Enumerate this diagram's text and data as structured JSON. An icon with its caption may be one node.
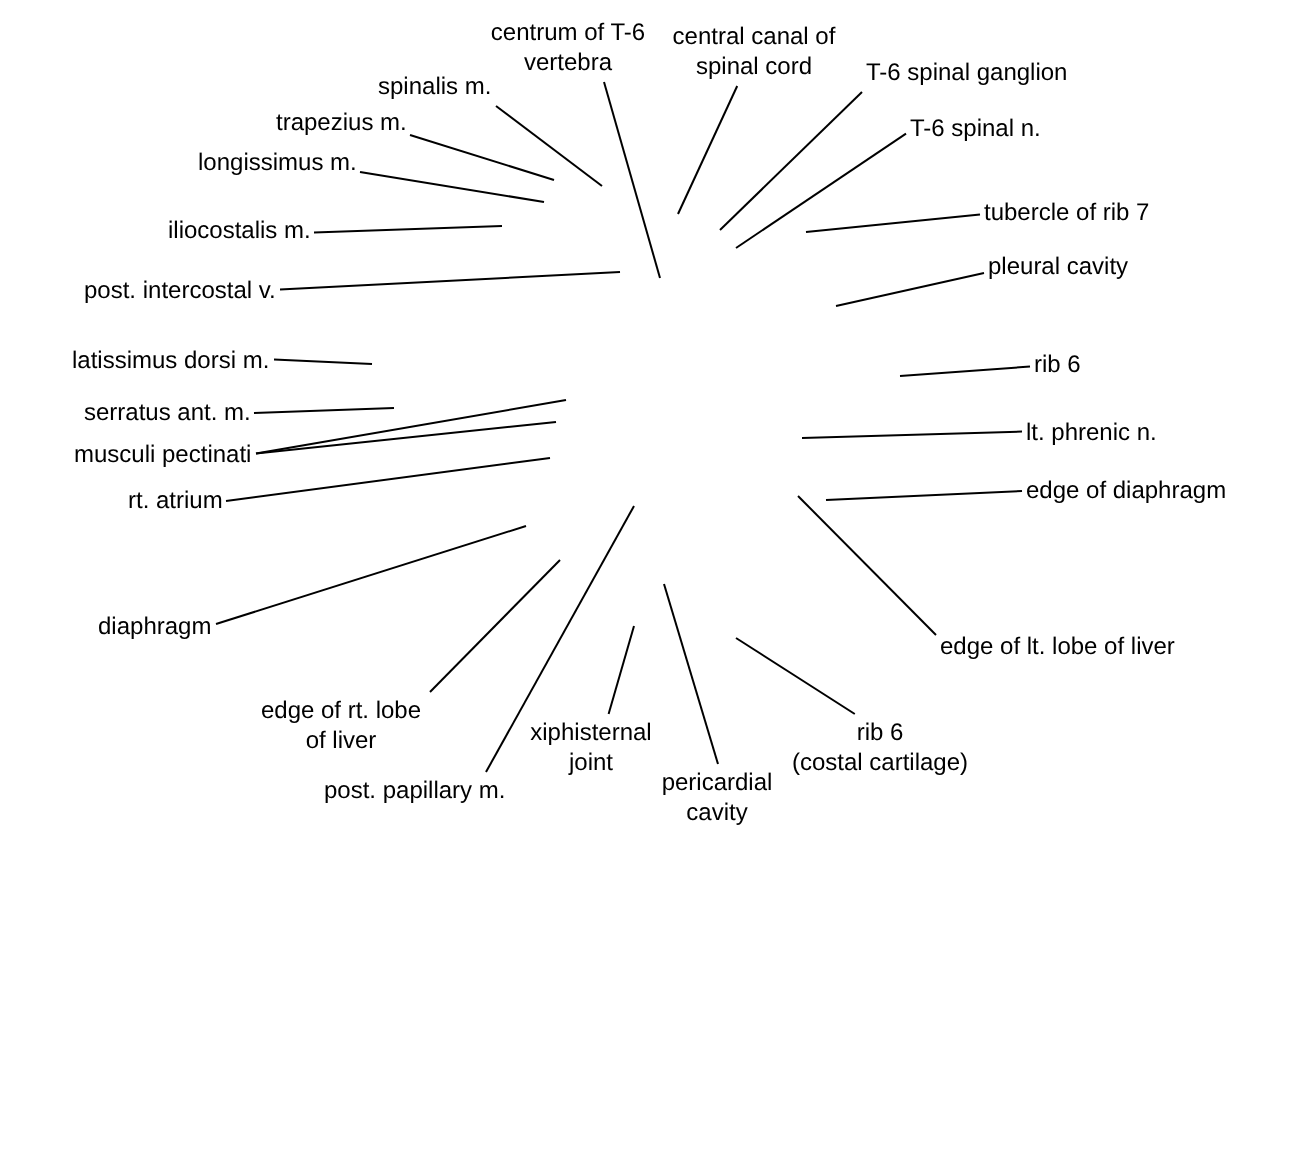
{
  "diagram": {
    "nodes": [
      {
        "text": [
          "centrum of T-6 vertebra"
        ]
      },
      {
        "text": [
          "central canal of spinal cord"
        ]
      },
      {
        "text": [
          "T-6 spinal ganglion"
        ]
      },
      {
        "text": [
          "spinalis m."
        ]
      },
      {
        "text": [
          "trapezius m."
        ]
      },
      {
        "text": [
          "T-6 spinal n."
        ]
      },
      {
        "text": [
          "longissimus m."
        ]
      },
      {
        "text": [
          "tubercle of rib 7"
        ]
      },
      {
        "text": [
          "iliocostalis m."
        ]
      },
      {
        "text": [
          "pleural cavity"
        ]
      },
      {
        "text": [
          "post. intercostal v."
        ]
      },
      {
        "text": [
          "latissimus dorsi m."
        ]
      },
      {
        "text": [
          "rib 6"
        ]
      },
      {
        "text": [
          "serratus ant. m."
        ]
      },
      {
        "text": [
          "lt. phrenic n."
        ]
      },
      {
        "text": [
          "musculi pectinati"
        ]
      },
      {
        "text": [
          "edge of diaphragm"
        ]
      },
      {
        "text": [
          "rt. atrium"
        ]
      },
      {
        "text": [
          "diaphragm"
        ]
      },
      {
        "text": [
          "edge of lt. lobe of liver"
        ]
      },
      {
        "text": [
          "edge of rt. lobe of liver"
        ]
      },
      {
        "text": [
          "xiphisternal joint"
        ]
      },
      {
        "text": [
          "rib 6 (costal cartilage)"
        ]
      },
      {
        "text": [
          "pericardial cavity"
        ]
      },
      {
        "text": [
          "post. papillary m."
        ]
      }
    ],
    "edges": [
      {
        "from": 0,
        "to": null,
        "arrow": "none"
      },
      {
        "from": 1,
        "to": null,
        "arrow": "none"
      },
      {
        "from": 2,
        "to": null,
        "arrow": "none"
      },
      {
        "from": 3,
        "to": null,
        "arrow": "none"
      },
      {
        "from": 4,
        "to": null,
        "arrow": "none"
      },
      {
        "from": 5,
        "to": null,
        "arrow": "none"
      },
      {
        "from": 6,
        "to": null,
        "arrow": "none"
      },
      {
        "from": 7,
        "to": null,
        "arrow": "none"
      },
      {
        "from": 8,
        "to": null,
        "arrow": "none"
      },
      {
        "from": 9,
        "to": null,
        "arrow": "none"
      },
      {
        "from": 10,
        "to": null,
        "arrow": "none"
      },
      {
        "from": 11,
        "to": null,
        "arrow": "none"
      },
      {
        "from": 12,
        "to": null,
        "arrow": "none"
      },
      {
        "from": 13,
        "to": null,
        "arrow": "none"
      },
      {
        "from": 14,
        "to": null,
        "arrow": "none"
      },
      {
        "from": 15,
        "to": null,
        "arrow": "none"
      },
      {
        "from": 15,
        "to": null,
        "arrow": "none"
      },
      {
        "from": 16,
        "to": null,
        "arrow": "none"
      },
      {
        "from": 17,
        "to": null,
        "arrow": "none"
      },
      {
        "from": 18,
        "to": null,
        "arrow": "none"
      },
      {
        "from": 19,
        "to": null,
        "arrow": "none"
      },
      {
        "from": 20,
        "to": null,
        "arrow": "none"
      },
      {
        "from": 21,
        "to": null,
        "arrow": "none"
      },
      {
        "from": 22,
        "to": null,
        "arrow": "none"
      },
      {
        "from": 23,
        "to": null,
        "arrow": "none"
      },
      {
        "from": 24,
        "to": null,
        "arrow": "none"
      }
    ]
  }
}
